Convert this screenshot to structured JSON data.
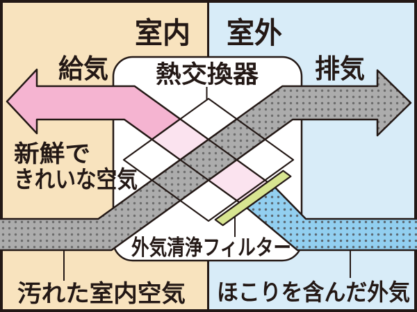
{
  "diagram": {
    "regions": {
      "indoor": "室内",
      "outdoor": "室外"
    },
    "flows": {
      "supply_label": "給気",
      "exhaust_label": "排気",
      "fresh_air_line1": "新鮮で",
      "fresh_air_line2": "きれいな空気",
      "dirty_indoor_air": "汚れた室内空気",
      "dusty_outdoor_air": "ほこりを含んだ外気"
    },
    "components": {
      "heat_exchanger": "熱交換器",
      "filter": "外気清浄フィルター"
    },
    "colors": {
      "indoor_bg": "#F8E3BE",
      "outdoor_bg": "#D8ECF8",
      "supply_pink": "#F5B4D1",
      "supply_pale_pink": "#FBE3EF",
      "exhaust_gray": "#ACACAC",
      "exhaust_dot": "#6C6C6C",
      "outdoor_air_blue": "#92CFF0",
      "outdoor_air_dot": "#5B6770",
      "filter_green": "#D8E591",
      "housing_white": "#FFFFFF",
      "line_dark": "#231815"
    }
  }
}
